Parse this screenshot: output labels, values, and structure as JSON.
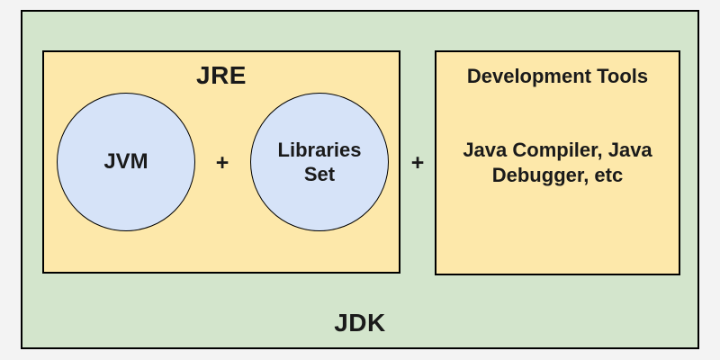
{
  "colors": {
    "page-bg": "#f3f3f3",
    "jdk-fill": "#d3e5cc",
    "box-fill": "#fde8aa",
    "circle-fill": "#d6e3f8",
    "border": "#000000",
    "text": "#1a1a1a"
  },
  "diagram": {
    "jdk_label": "JDK",
    "jre": {
      "title": "JRE",
      "jvm_label": "JVM",
      "plus": "+",
      "libraries_lines": [
        "Libraries",
        "Set"
      ]
    },
    "plus_between_boxes": "+",
    "dev_tools": {
      "title": "Development Tools",
      "body_lines": [
        "Java Compiler, Java",
        "Debugger, etc"
      ]
    }
  }
}
